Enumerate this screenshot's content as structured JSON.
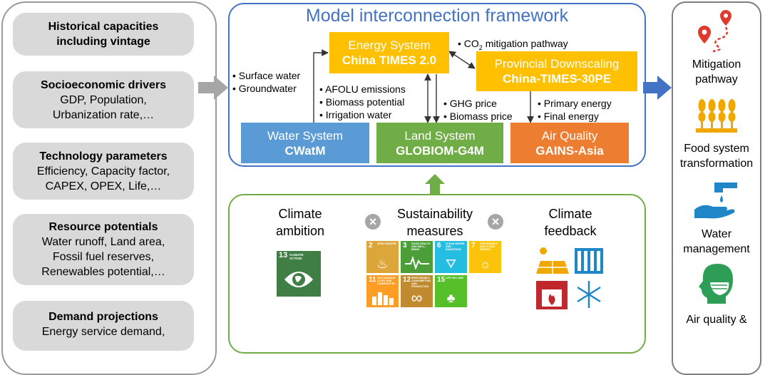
{
  "inputs": [
    {
      "title": "Historical capacities",
      "lines": [
        "including vintage"
      ]
    },
    {
      "title": "Socioeconomic drivers",
      "lines": [
        "GDP, Population,",
        "Urbanization rate,…"
      ]
    },
    {
      "title": "Technology parameters",
      "lines": [
        "Efficiency, Capacity factor,",
        "CAPEX, OPEX, Life,…"
      ]
    },
    {
      "title": "Resource potentials",
      "lines": [
        "Water runoff, Land area,",
        "Fossil fuel reserves,",
        "Renewables potential,…"
      ]
    },
    {
      "title": "Demand projections",
      "lines": [
        "Energy service demand,"
      ]
    }
  ],
  "framework": {
    "title": "Model interconnection framework",
    "energy": {
      "name": "Energy System",
      "model": "China TIMES 2.0"
    },
    "provincial": {
      "name": "Provincial Downscaling",
      "model": "China-TIMES-30PE"
    },
    "water": {
      "name": "Water System",
      "model": "CWatM"
    },
    "land": {
      "name": "Land System",
      "model": "GLOBIOM-G4M"
    },
    "air": {
      "name": "Air Quality",
      "model": "GAINS-Asia"
    },
    "co2_pathway": {
      "prefix": "CO",
      "sub": "2",
      "suffix": " mitigation pathway"
    },
    "water_flows": [
      "Surface water",
      "Groundwater"
    ],
    "land_flows": [
      "AFOLU emissions",
      "Biomass potential",
      "Irrigation water"
    ],
    "price_flows": [
      "GHG price",
      "Biomass price"
    ],
    "energy_flows": [
      "Primary energy",
      "Final energy"
    ]
  },
  "scenario": {
    "ambition": [
      "Climate",
      "ambition"
    ],
    "sustainability": [
      "Sustainability",
      "measures"
    ],
    "feedback": [
      "Climate",
      "feedback"
    ],
    "times_symbol": "×"
  },
  "sdgs": [
    {
      "num": "13",
      "label": "CLIMATE ACTION",
      "color": "#3f7e44"
    },
    {
      "num": "2",
      "label": "ZERO HUNGER",
      "color": "#dda63a"
    },
    {
      "num": "3",
      "label": "GOOD HEALTH AND WELL-BEING",
      "color": "#4c9f38"
    },
    {
      "num": "6",
      "label": "CLEAN WATER AND SANITATION",
      "color": "#26bde2"
    },
    {
      "num": "7",
      "label": "AFFORDABLE AND CLEAN ENERGY",
      "color": "#fcc30b"
    },
    {
      "num": "11",
      "label": "SUSTAINABLE CITIES AND COMMUNITIES",
      "color": "#fd9d24"
    },
    {
      "num": "12",
      "label": "RESPONSIBLE CONSUMPTION AND PRODUCTION",
      "color": "#bf8b2e"
    },
    {
      "num": "15",
      "label": "LIFE ON LAND",
      "color": "#56c02b"
    }
  ],
  "outputs": [
    {
      "label": [
        "Mitigation",
        "pathway"
      ]
    },
    {
      "label": [
        "Food system",
        "transformation"
      ]
    },
    {
      "label": [
        "Water",
        "management"
      ]
    },
    {
      "label": [
        "Air quality &"
      ]
    }
  ],
  "colors": {
    "frame_blue": "#4472c4",
    "energy_yellow": "#ffc000",
    "water_blue": "#5b9bd5",
    "land_green": "#70ad47",
    "air_orange": "#ed7d31",
    "input_gray": "#d9d9d9",
    "output_red": "#e03a2f",
    "output_gold": "#f0a800",
    "output_blue": "#1f86c8",
    "output_green": "#2e9e56"
  }
}
